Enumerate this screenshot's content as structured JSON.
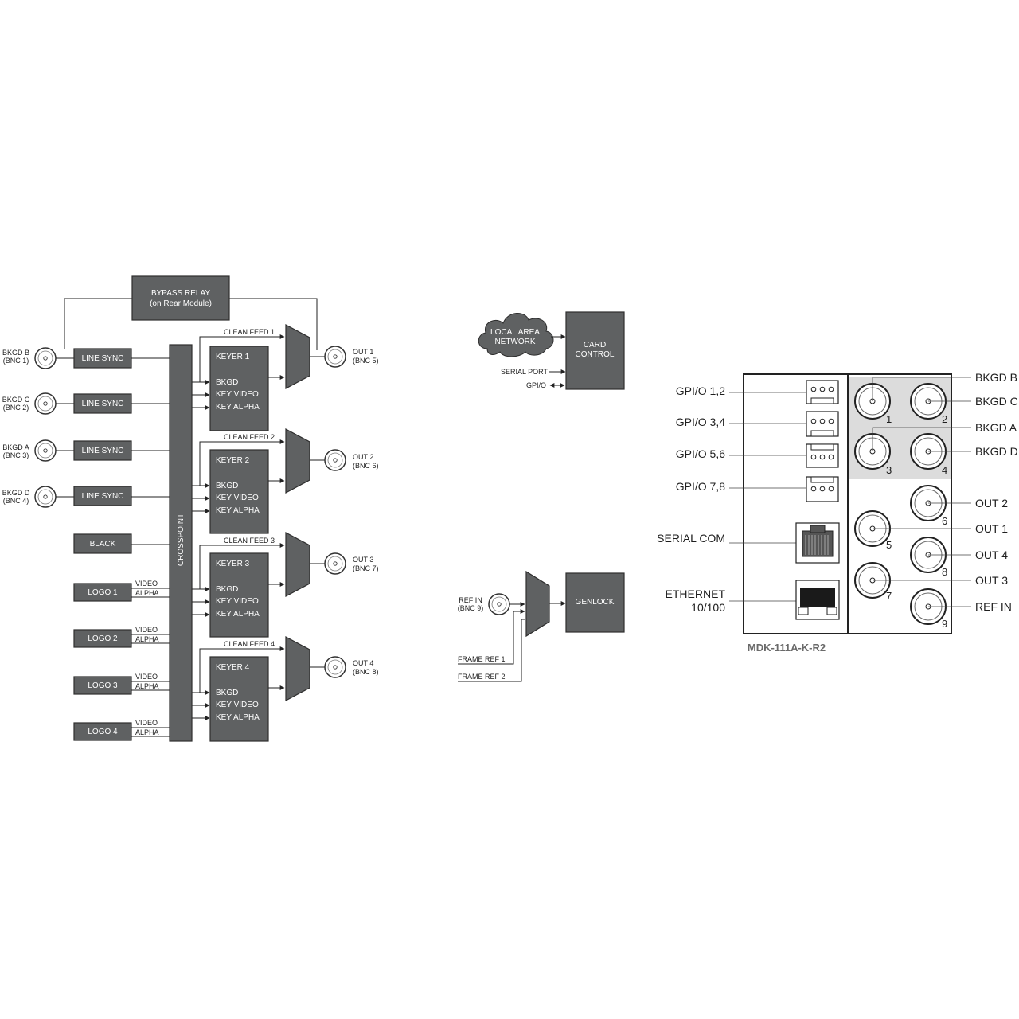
{
  "bypass": {
    "line1": "BYPASS RELAY",
    "line2": "(on Rear Module)"
  },
  "inputs": [
    {
      "name": "BKGD B",
      "bnc": "(BNC 1)",
      "block": "LINE SYNC"
    },
    {
      "name": "BKGD C",
      "bnc": "(BNC 2)",
      "block": "LINE SYNC"
    },
    {
      "name": "BKGD A",
      "bnc": "(BNC 3)",
      "block": "LINE SYNC"
    },
    {
      "name": "BKGD D",
      "bnc": "(BNC 4)",
      "block": "LINE SYNC"
    }
  ],
  "black": "BLACK",
  "logos": [
    {
      "label": "LOGO 1",
      "video": "VIDEO",
      "alpha": "ALPHA"
    },
    {
      "label": "LOGO 2",
      "video": "VIDEO",
      "alpha": "ALPHA"
    },
    {
      "label": "LOGO 3",
      "video": "VIDEO",
      "alpha": "ALPHA"
    },
    {
      "label": "LOGO 4",
      "video": "VIDEO",
      "alpha": "ALPHA"
    }
  ],
  "crosspoint": "CROSSPOINT",
  "keyers": [
    {
      "title": "KEYER 1",
      "bkgd": "BKGD",
      "video": "KEY VIDEO",
      "alpha": "KEY ALPHA",
      "clean": "CLEAN FEED 1",
      "out": "OUT 1",
      "bnc": "(BNC 5)"
    },
    {
      "title": "KEYER 2",
      "bkgd": "BKGD",
      "video": "KEY VIDEO",
      "alpha": "KEY ALPHA",
      "clean": "CLEAN FEED 2",
      "out": "OUT 2",
      "bnc": "(BNC 6)"
    },
    {
      "title": "KEYER 3",
      "bkgd": "BKGD",
      "video": "KEY VIDEO",
      "alpha": "KEY ALPHA",
      "clean": "CLEAN FEED 3",
      "out": "OUT 3",
      "bnc": "(BNC 7)"
    },
    {
      "title": "KEYER 4",
      "bkgd": "BKGD",
      "video": "KEY VIDEO",
      "alpha": "KEY ALPHA",
      "clean": "CLEAN FEED 4",
      "out": "OUT 4",
      "bnc": "(BNC 8)"
    }
  ],
  "control": {
    "lan1": "LOCAL AREA",
    "lan2": "NETWORK",
    "card1": "CARD",
    "card2": "CONTROL",
    "serial": "SERIAL PORT",
    "gpio": "GPI/O"
  },
  "genlock": {
    "refin": "REF IN",
    "bnc": "(BNC 9)",
    "block": "GENLOCK",
    "frame1": "FRAME REF 1",
    "frame2": "FRAME REF 2"
  },
  "rear": {
    "model": "MDK-111A-K-R2",
    "gpio": [
      "GPI/O 1,2",
      "GPI/O 3,4",
      "GPI/O 5,6",
      "GPI/O 7,8"
    ],
    "serial": "SERIAL COM",
    "eth1": "ETHERNET",
    "eth2": "10/100",
    "right_labels": [
      "BKGD B",
      "BKGD C",
      "BKGD A",
      "BKGD D",
      "OUT 2",
      "OUT 1",
      "OUT 4",
      "OUT 3",
      "REF IN"
    ],
    "bnc_numbers": [
      "1",
      "2",
      "3",
      "4",
      "5",
      "6",
      "7",
      "8",
      "9"
    ]
  }
}
